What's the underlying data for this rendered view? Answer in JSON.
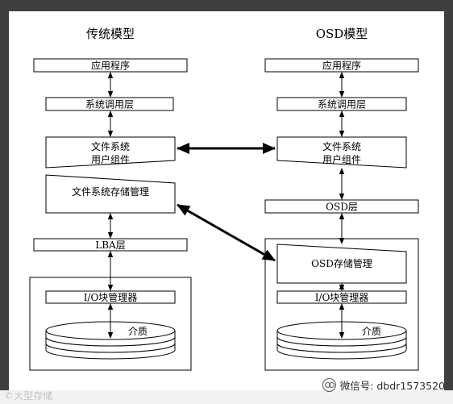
{
  "left_model": {
    "title": "传统模型",
    "application": "应用程序",
    "syscall_layer": "系统调用层",
    "fs_user_line1": "文件系统",
    "fs_user_line2": "用户组件",
    "fs_storage_mgmt": "文件系统存储管理",
    "lba_layer": "LBA层",
    "io_block_mgr": "I/O块管理器",
    "medium": "介质"
  },
  "right_model": {
    "title": "OSD模型",
    "application": "应用程序",
    "syscall_layer": "系统调用层",
    "fs_user_line1": "文件系统",
    "fs_user_line2": "用户组件",
    "osd_layer": "OSD层",
    "osd_storage_mgmt": "OSD存储管理",
    "io_block_mgr": "I/O块管理器",
    "medium": "介质"
  },
  "watermark_left": "大型存储",
  "watermark_right": "微信号: dbdr1573520",
  "colors": {
    "background": "#ffffff",
    "frame": "#3f3f3f",
    "line": "#000000"
  }
}
